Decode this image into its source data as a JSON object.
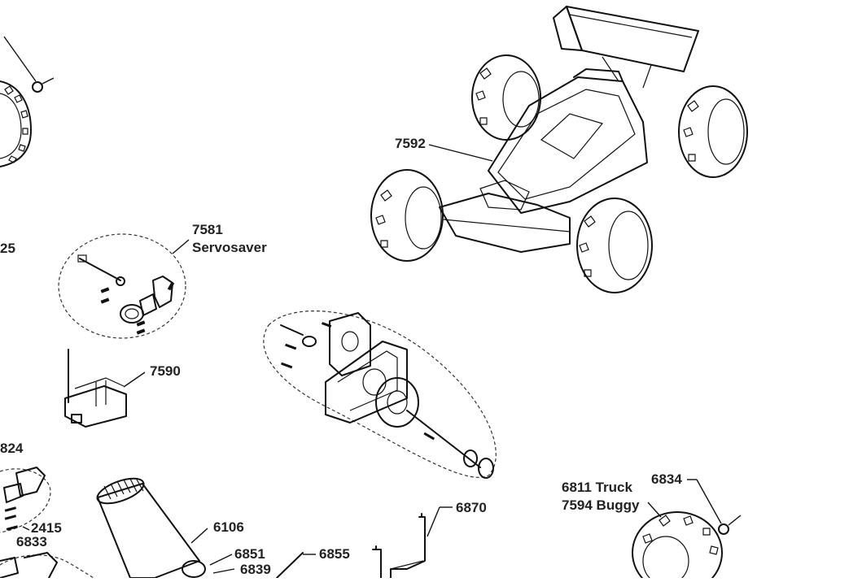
{
  "parts": [
    {
      "id": "p7592",
      "number": "7592"
    },
    {
      "id": "p7581",
      "number": "7581",
      "name": "Servosaver"
    },
    {
      "id": "p7590",
      "number": "7590"
    },
    {
      "id": "p6106",
      "number": "6106"
    },
    {
      "id": "p6851",
      "number": "6851"
    },
    {
      "id": "p6839",
      "number": "6839"
    },
    {
      "id": "p6855",
      "number": "6855"
    },
    {
      "id": "p6870",
      "number": "6870"
    },
    {
      "id": "p6834",
      "number": "6834"
    },
    {
      "id": "p6811",
      "number": "6811 Truck"
    },
    {
      "id": "p7594",
      "number": "7594 Buggy"
    },
    {
      "id": "p2415",
      "number": "2415"
    },
    {
      "id": "p6833",
      "number": "6833"
    }
  ],
  "cropped_labels": {
    "left_25": "25",
    "left_824": "824"
  }
}
